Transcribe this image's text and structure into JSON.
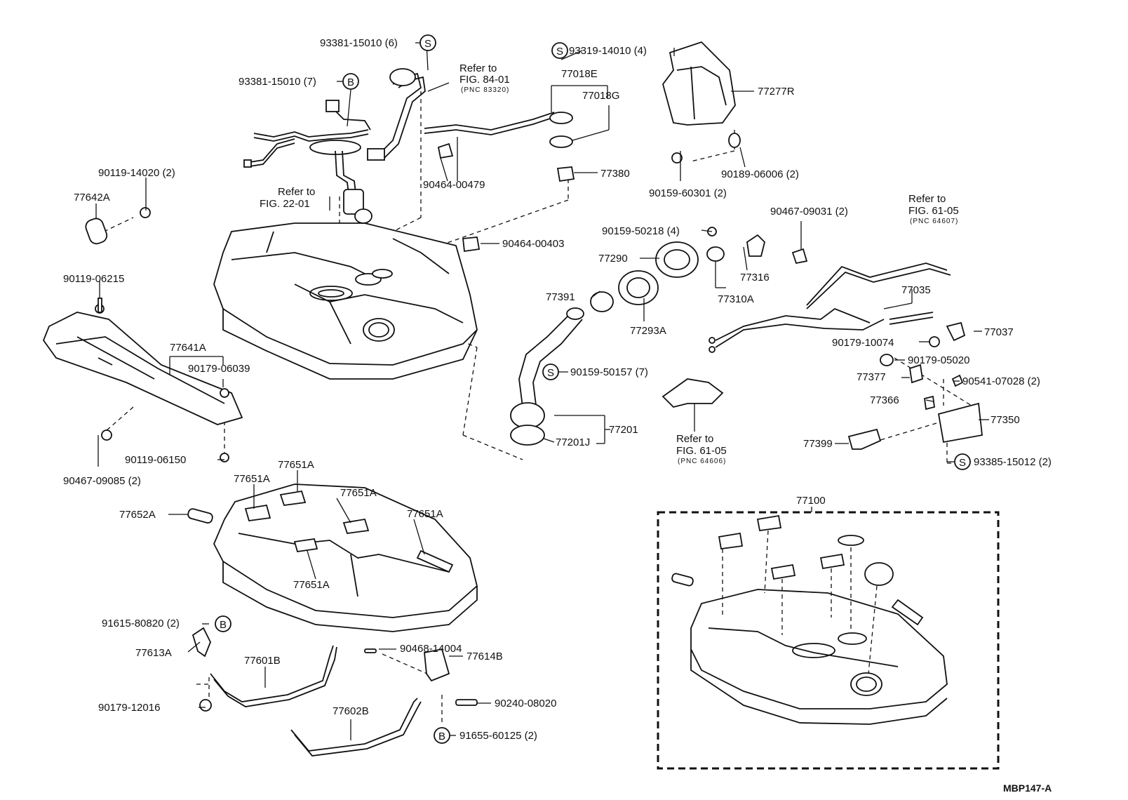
{
  "labels": {
    "p93381_15010_6": "93381-15010 (6)",
    "p93381_15010_7": "93381-15010 (7)",
    "refer_84": "Refer to",
    "fig_84": "FIG. 84-01",
    "pnc_83320": "(PNC 83320)",
    "p93319": "93319-14010 (4)",
    "p77018E": "77018E",
    "p77018G": "77018G",
    "p77277R": "77277R",
    "p90119_14020": "90119-14020 (2)",
    "p77642A": "77642A",
    "refer_22": "Refer to",
    "fig_22": "FIG. 22-01",
    "p90464_00479": "90464-00479",
    "p77380": "77380",
    "p90159_60301": "90159-60301 (2)",
    "p90189": "90189-06006 (2)",
    "refer_61a": "Refer to",
    "fig_61a": "FIG. 61-05",
    "pnc_64607": "(PNC 64607)",
    "p90467_09031": "90467-09031 (2)",
    "p90159_50218": "90159-50218 (4)",
    "p90464_00403": "90464-00403",
    "p77290": "77290",
    "p77316": "77316",
    "p77310A": "77310A",
    "p90119_06215": "90119-06215",
    "p77391": "77391",
    "p77293A": "77293A",
    "p77035": "77035",
    "p77037": "77037",
    "p90179_10074": "90179-10074",
    "p90179_05020": "90179-05020",
    "p77641A": "77641A",
    "p90179_06039": "90179-06039",
    "p90159_50157": "90159-50157 (7)",
    "p77377": "77377",
    "p90541": "90541-07028 (2)",
    "p77366": "77366",
    "p77350": "77350",
    "p77201": "77201",
    "p77201J": "77201J",
    "refer_61b": "Refer to",
    "fig_61b": "FIG. 61-05",
    "pnc_64606": "(PNC 64606)",
    "p77399": "77399",
    "p93385": "93385-15012 (2)",
    "p90119_06150": "90119-06150",
    "p90467_09085": "90467-09085 (2)",
    "p77651A_1": "77651A",
    "p77651A_2": "77651A",
    "p77651A_3": "77651A",
    "p77651A_4": "77651A",
    "p77651A_5": "77651A",
    "p77652A": "77652A",
    "p77100": "77100",
    "p91615": "91615-80820 (2)",
    "p77613A": "77613A",
    "p77601B": "77601B",
    "p90468": "90468-14004",
    "p77614B": "77614B",
    "p90179_12016": "90179-12016",
    "p77602B": "77602B",
    "p90240": "90240-08020",
    "p91655": "91655-60125 (2)",
    "drawing_id": "MBP147-A"
  },
  "markers": {
    "s": "S",
    "b": "B"
  }
}
